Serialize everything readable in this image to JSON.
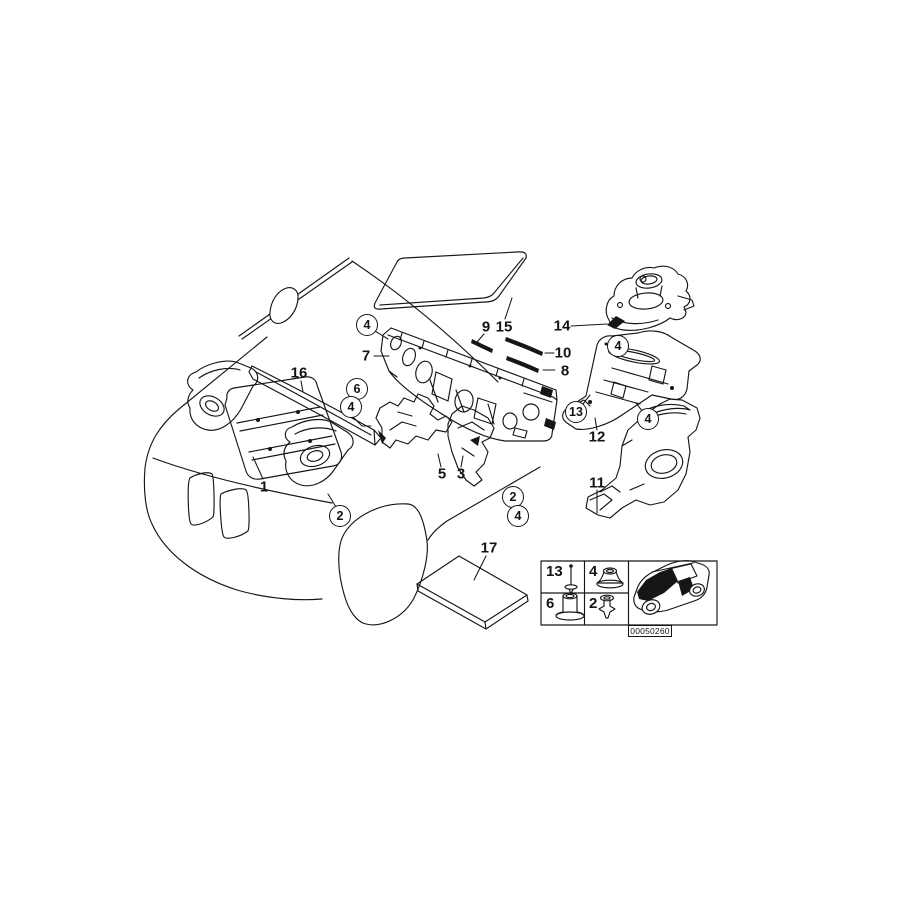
{
  "diagram": {
    "type": "exploded-parts-diagram",
    "subject": "vehicle sound insulation parts",
    "plain_callouts": [
      {
        "label": "1"
      },
      {
        "label": "16"
      },
      {
        "label": "7"
      },
      {
        "label": "9"
      },
      {
        "label": "15"
      },
      {
        "label": "14"
      },
      {
        "label": "10"
      },
      {
        "label": "8"
      },
      {
        "label": "12"
      },
      {
        "label": "11"
      },
      {
        "label": "5"
      },
      {
        "label": "3"
      },
      {
        "label": "17"
      }
    ],
    "circled_callouts": [
      {
        "label": "4"
      },
      {
        "label": "6"
      },
      {
        "label": "4"
      },
      {
        "label": "4"
      },
      {
        "label": "13"
      },
      {
        "label": "4"
      },
      {
        "label": "2"
      },
      {
        "label": "2"
      },
      {
        "label": "4"
      }
    ]
  },
  "legend": {
    "cells": [
      {
        "label": "13",
        "icon": "pin-rivet-icon"
      },
      {
        "label": "4",
        "icon": "grommet-nut-icon"
      },
      {
        "label": "6",
        "icon": "expansion-plug-icon"
      },
      {
        "label": "2",
        "icon": "expanding-rivet-icon"
      }
    ],
    "vehicle_thumbnail": "suv-front-three-quarter-hood-highlighted",
    "code": "00050260"
  },
  "colors": {
    "background": "#ffffff",
    "line": "#161616",
    "fill_highlight": "#161616"
  }
}
